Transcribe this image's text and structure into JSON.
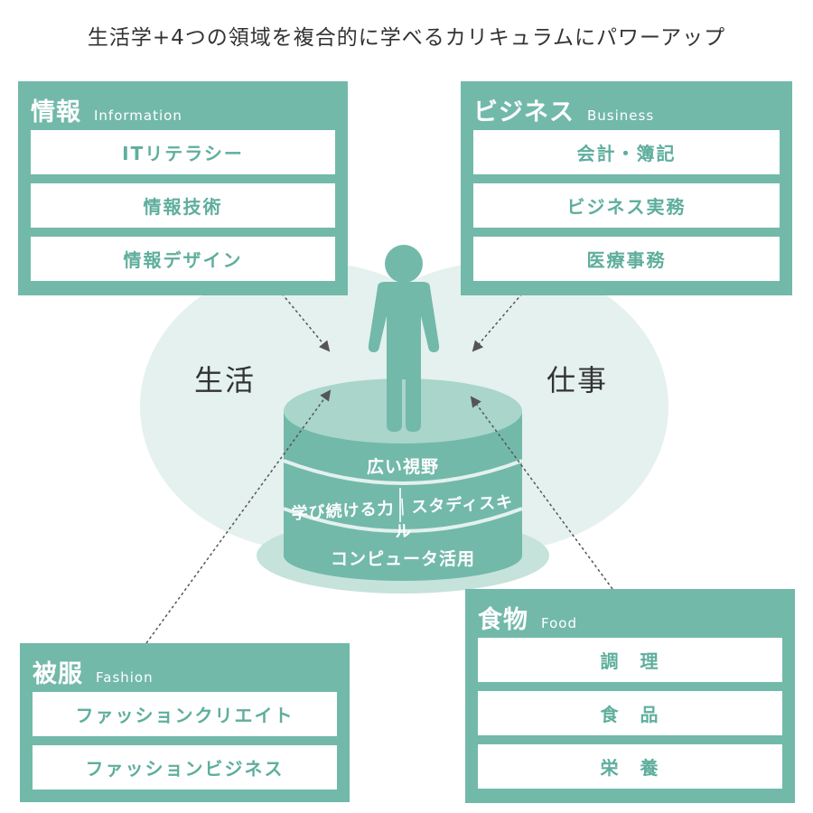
{
  "title": "生活学+4つの領域を複合的に学べるカリキュラムにパワーアップ",
  "center": {
    "left_label": "生活",
    "right_label": "仕事",
    "layers": [
      "広い視野",
      "学び続ける力｜スタディスキル",
      "コンピュータ活用"
    ]
  },
  "boxes": {
    "info": {
      "title": "情報",
      "subtitle": "Information",
      "items": [
        "ITリテラシー",
        "情報技術",
        "情報デザイン"
      ]
    },
    "business": {
      "title": "ビジネス",
      "subtitle": "Business",
      "items": [
        "会計・簿記",
        "ビジネス実務",
        "医療事務"
      ]
    },
    "fashion": {
      "title": "被服",
      "subtitle": "Fashion",
      "items": [
        "ファッションクリエイト",
        "ファッションビジネス"
      ]
    },
    "food": {
      "title": "食物",
      "subtitle": "Food",
      "items": [
        "調　理",
        "食　品",
        "栄　養"
      ]
    }
  },
  "colors": {
    "teal": "#72b9aa",
    "teal_dark": "#5fae9d",
    "light": "#e4f1ee",
    "mid": "#c5e2db"
  }
}
